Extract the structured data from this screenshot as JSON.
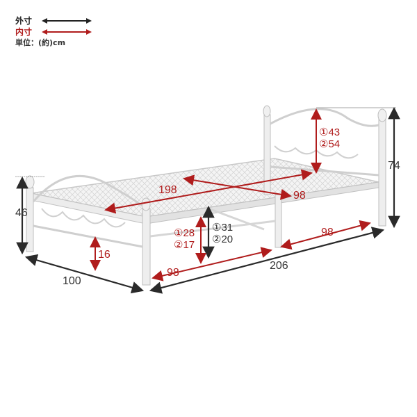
{
  "legend": {
    "outer_label": "外寸",
    "inner_label": "内寸",
    "unit_label": "単位：(約)cm",
    "outer_color": "#222222",
    "inner_color": "#b01c1c"
  },
  "dimensions": {
    "total_length": "206",
    "total_width": "100",
    "head_height": "74",
    "foot_height": "46",
    "inner_length": "198",
    "inner_width": "98",
    "under_clearance": "16",
    "side_inner_left": "98",
    "side_inner_right": "98",
    "headboard_inner": [
      "①43",
      "②54"
    ],
    "slat_height_inner": [
      "①28",
      "②17"
    ],
    "slat_height_outer": [
      "①31",
      "②20"
    ]
  },
  "colors": {
    "frame": "#e8e8e8",
    "frame_edge": "#bdbdbd",
    "outer_arrow": "#2a2a2a",
    "inner_arrow": "#b01c1c",
    "background": "#ffffff"
  }
}
